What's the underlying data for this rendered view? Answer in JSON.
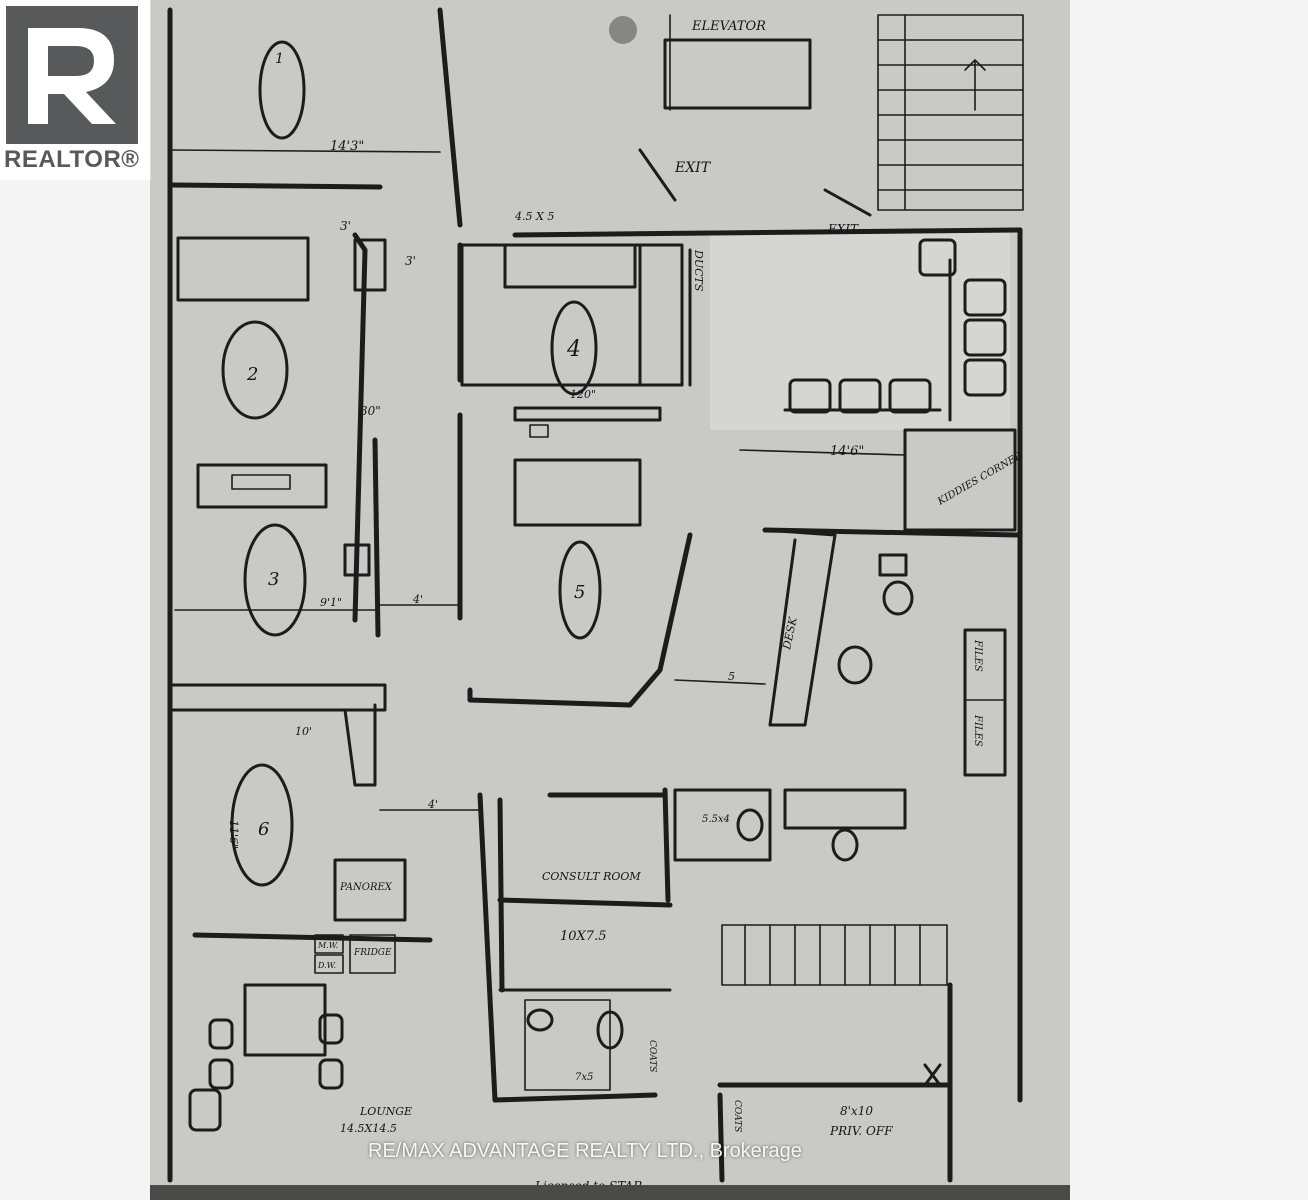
{
  "logo": {
    "brand": "REALTOR®"
  },
  "watermark": {
    "text": "RE/MAX ADVANTAGE REALTY LTD., Brokerage"
  },
  "plan": {
    "labels": {
      "elevator": "ELEVATOR",
      "exit_top": "EXIT",
      "exit_right": "EXIT",
      "room_1": "1",
      "room_2": "2",
      "room_3": "3",
      "room_4": "4",
      "room_5": "5",
      "room_6": "6",
      "dim_14_3": "14'3\"",
      "dim_120": "120\"",
      "dim_9_1": "9'1\"",
      "dim_10": "10'",
      "dim_14_6": "14'6\"",
      "dim_4a": "4'",
      "dim_4b": "4'",
      "dim_3a": "3'",
      "dim_3b": "3'",
      "dim_30": "30\"",
      "dim_5": "5",
      "dim_11_6": "11'6\"",
      "ducts": "DUCTS",
      "size_4x5": "4.5 X 5",
      "kiddies_corner": "KIDDIES CORNER",
      "desk": "DESK",
      "files_1": "FILES",
      "files_2": "FILES",
      "consult_room": "CONSULT ROOM",
      "consult_size": "10X7.5",
      "size_5x4": "5.5x4",
      "size_7x5": "7x5",
      "panorex": "PANOREX",
      "fridge": "FRIDGE",
      "mw": "M.W.",
      "dw": "D.W.",
      "lounge": "LOUNGE",
      "lounge_size": "14.5X14.5",
      "prv_off": "PRIV. OFF",
      "prv_size": "8'x10",
      "coats_1": "COATS",
      "coats_2": "COATS",
      "footer": "Licensed to STAR"
    }
  }
}
